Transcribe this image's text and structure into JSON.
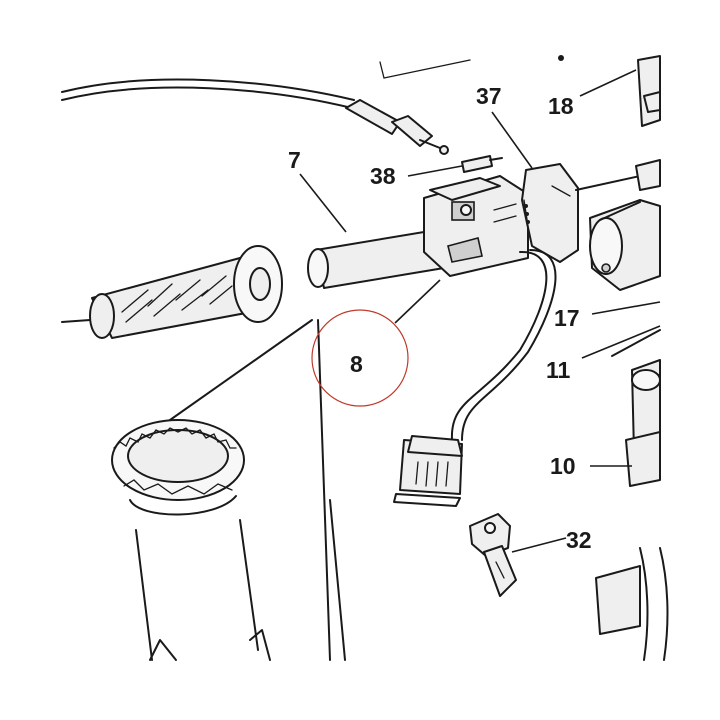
{
  "labels": {
    "l7": "7",
    "l8": "8",
    "l10": "10",
    "l11": "11",
    "l17": "17",
    "l18": "18",
    "l32": "32",
    "l37": "37",
    "l38": "38"
  },
  "highlight": {
    "color": "#c0392b",
    "target": "8"
  }
}
